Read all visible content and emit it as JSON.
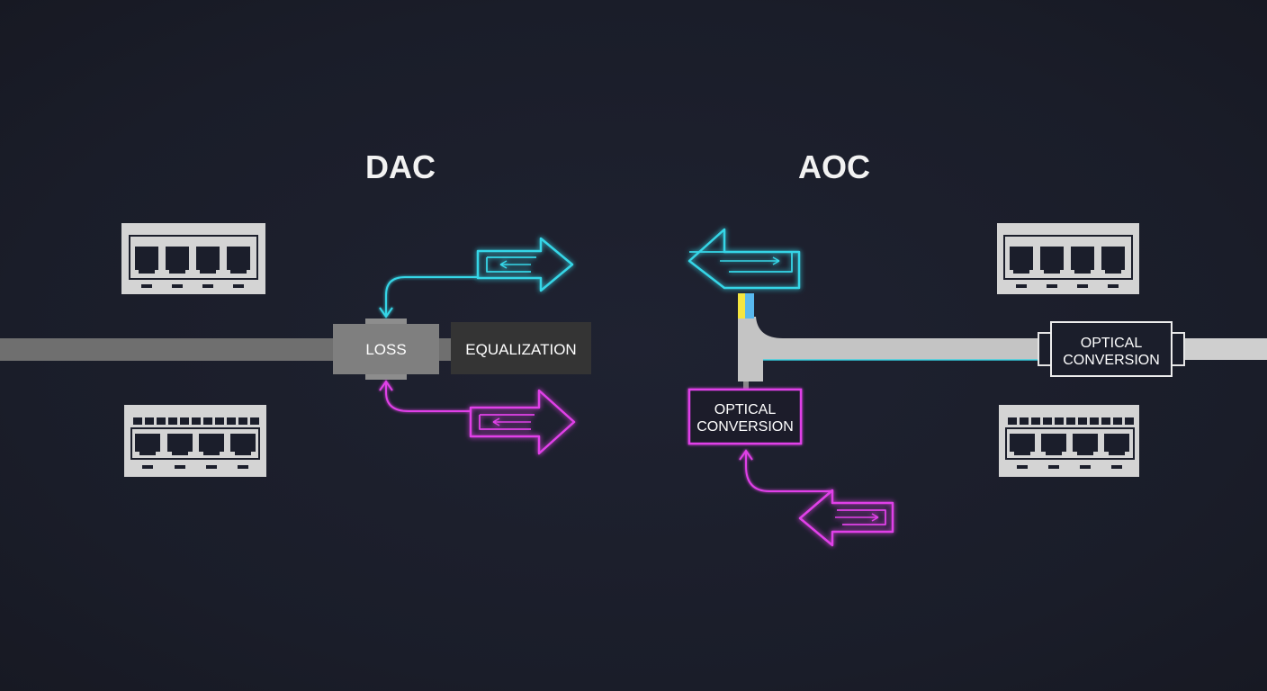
{
  "dac": {
    "title": "DAC",
    "loss_label": "LOSS",
    "equalization_label": "EQUALIZATION"
  },
  "aoc": {
    "title": "AOC",
    "optical_conversion_line1": "OPTICAL",
    "optical_conversion_line2": "CONVERSION",
    "optical_conversion_right_line1": "OPTICAL",
    "optical_conversion_right_line2": "CONVERSION"
  },
  "colors": {
    "background": "#1b1e2b",
    "cyan": "#36d6e7",
    "magenta": "#e040e8",
    "panel": "#d6d6d6",
    "cable": "#7d7d7d"
  },
  "icons": [
    "rj45-port-panel-icon",
    "sfp-port-panel-icon",
    "arrow-right-icon",
    "arrow-left-icon"
  ]
}
